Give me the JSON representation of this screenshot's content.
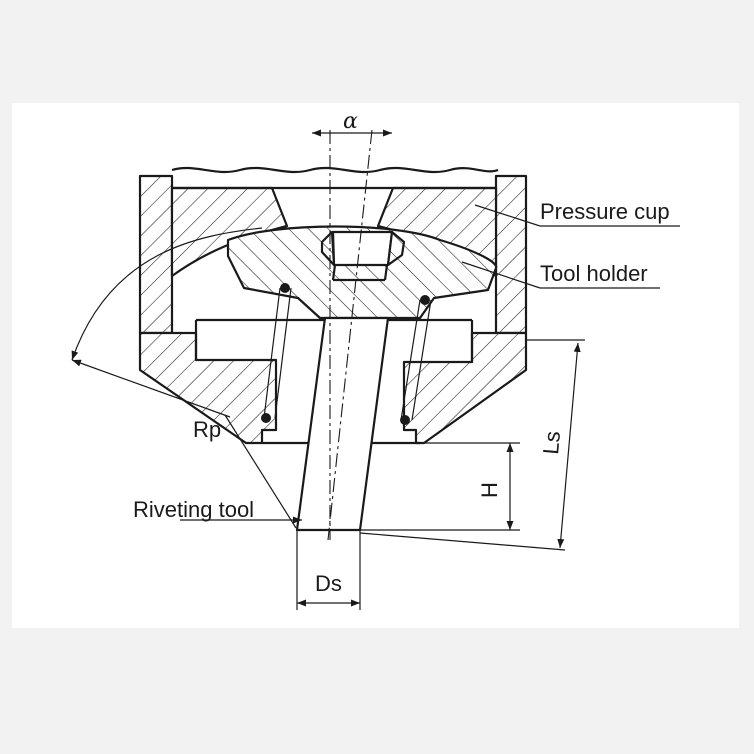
{
  "labels": {
    "pressure_cup": "Pressure cup",
    "tool_holder": "Tool holder",
    "riveting_tool": "Riveting tool",
    "rp": "Rp",
    "h": "H",
    "ls": "Ls",
    "ds": "Ds",
    "alpha": "α"
  }
}
